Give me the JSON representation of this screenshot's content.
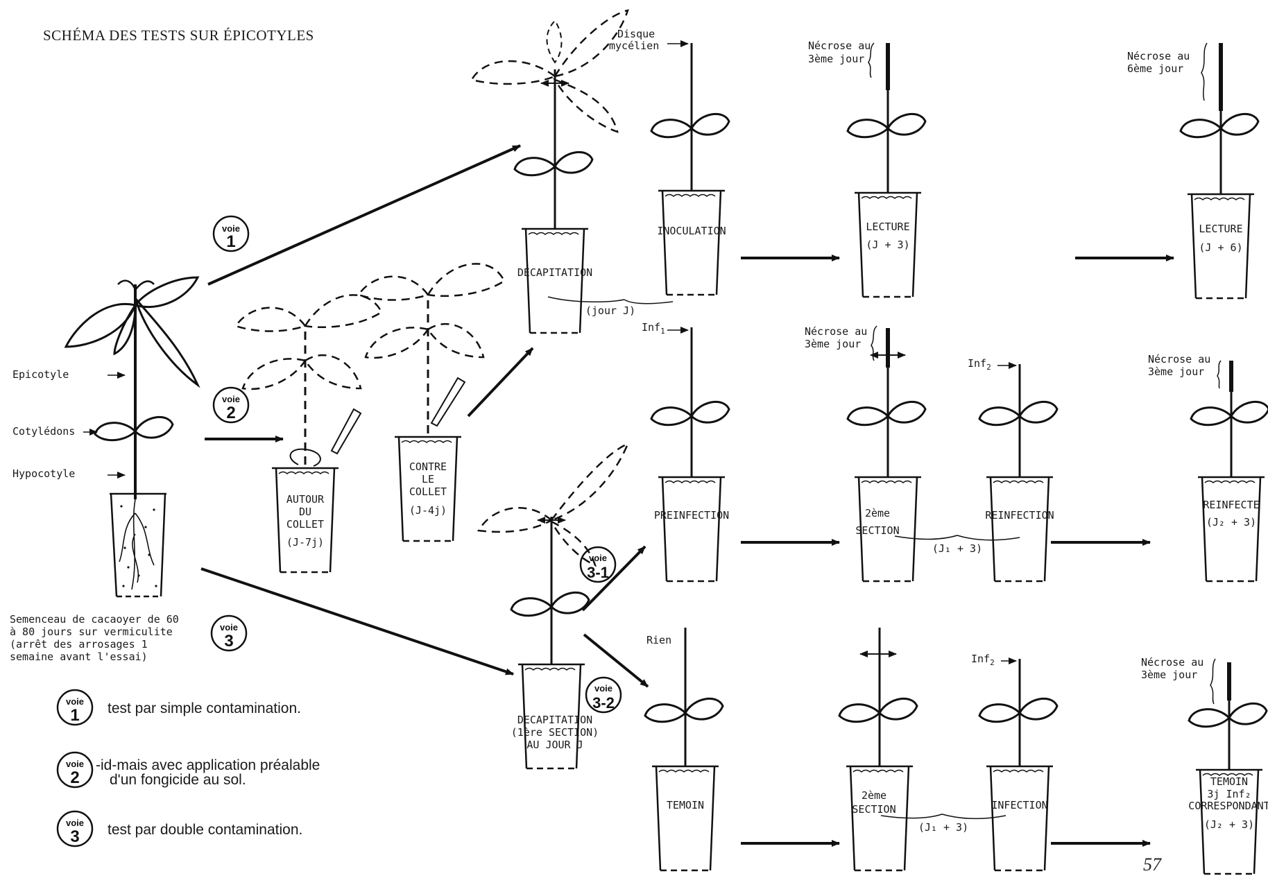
{
  "title": "SCHÉMA DES TESTS SUR ÉPICOTYLES",
  "seedling": {
    "epicotyle": "Epicotyle",
    "cotyledons": "Cotylédons",
    "hypocotyle": "Hypocotyle",
    "caption": [
      "Semenceau de cacaoyer de 60",
      "à 80 jours sur vermiculite",
      "(arrêt des arrosages 1",
      "semaine avant l'essai)"
    ]
  },
  "voies": {
    "word": "voie",
    "v1": "1",
    "v2": "2",
    "v3": "3",
    "v31": "3-1",
    "v32": "3-2"
  },
  "legend": {
    "l1": "test par simple contamination.",
    "l2a": "-id-mais avec application préalable",
    "l2b": "d'un fongicide au sol.",
    "l3": "test par double contamination."
  },
  "pots": {
    "autour": [
      "AUTOUR",
      "DU",
      "COLLET",
      "(J-7j)"
    ],
    "contre": [
      "CONTRE",
      "LE",
      "COLLET",
      "(J-4j)"
    ],
    "decap": "DECAPITATION",
    "jourj": "(jour J)",
    "decap2": [
      "DECAPITATION",
      "(1ère SECTION)",
      "AU JOUR J"
    ],
    "inoculation": "INOCULATION",
    "lecture3": [
      "LECTURE",
      "(J + 3)"
    ],
    "lecture6": [
      "LECTURE",
      "(J + 6)"
    ],
    "preinfection": "PREINFECTION",
    "section2a": [
      "2ème",
      "SECTION"
    ],
    "j13a": "(J₁ + 3)",
    "reinfection": "REINFECTION",
    "reinfecte": [
      "REINFECTE",
      "(J₂ + 3)"
    ],
    "temoin": "TEMOIN",
    "section2b": [
      "2ème",
      "SECTION"
    ],
    "j13b": "(J₁ + 3)",
    "infection": "INFECTION",
    "temoin2": [
      "TEMOIN",
      "3j Inf₂",
      "CORRESPONDANT",
      "(J₂ + 3)"
    ]
  },
  "notes": {
    "disque": [
      "Disque",
      "mycélien"
    ],
    "necrose3": [
      "Nécrose au",
      "3ème jour"
    ],
    "necrose6": [
      "Nécrose au",
      "6ème jour"
    ],
    "necrose3b": [
      "Nécrose au",
      "3ème jour"
    ],
    "necrose3c": [
      "Nécrose au",
      "3ème jour"
    ],
    "necrose3d": [
      "Nécrose au",
      "3ème jour"
    ],
    "inf1": "Inf",
    "inf1sub": "1",
    "inf2": "Inf",
    "inf2sub": "2",
    "inf2b": "Inf",
    "inf2bsub": "2",
    "rien": "Rien"
  },
  "page_number": "57"
}
